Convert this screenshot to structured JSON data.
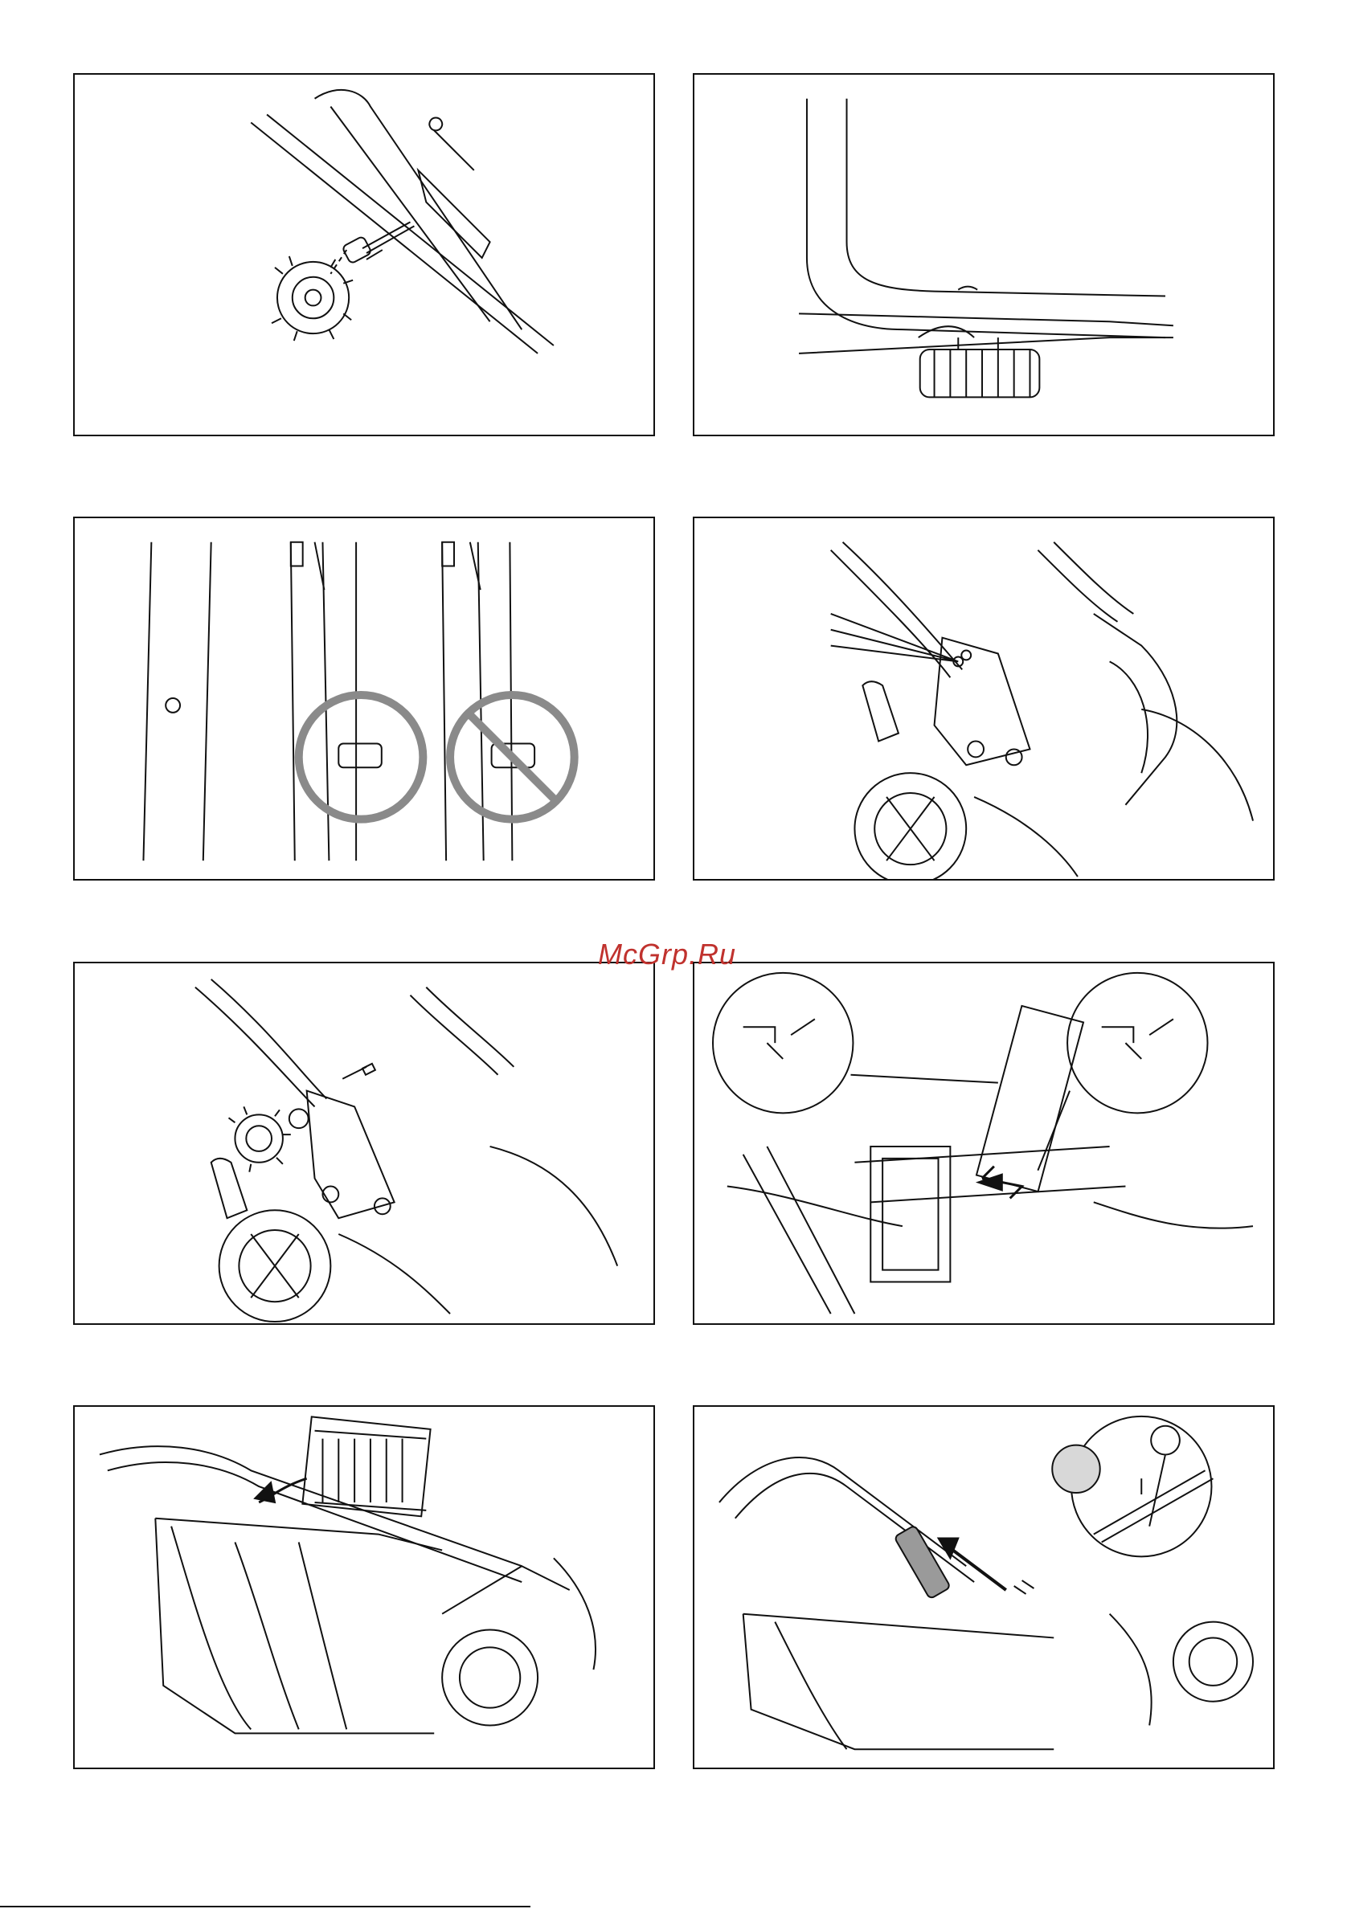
{
  "watermark": {
    "text": "McGrp.Ru"
  },
  "footer": {
    "page_number": ""
  },
  "colors": {
    "line": "#111111",
    "prohibit": "#8a8a8a",
    "watermark": "#c0322e"
  },
  "figures": [
    {
      "id": "fig1",
      "icon": "handle-bolt-knob-assembly-icon"
    },
    {
      "id": "fig2",
      "icon": "handle-knob-tightened-icon"
    },
    {
      "id": "fig3",
      "icon": "cable-clip-correct-incorrect-icon"
    },
    {
      "id": "fig4",
      "icon": "handle-bracket-position-icon"
    },
    {
      "id": "fig5",
      "icon": "handle-bracket-bolt-knob-icon"
    },
    {
      "id": "fig6",
      "icon": "grass-bag-frame-hook-icon"
    },
    {
      "id": "fig7",
      "icon": "grass-bag-attach-icon"
    },
    {
      "id": "fig8",
      "icon": "rear-flap-latch-icon"
    }
  ]
}
